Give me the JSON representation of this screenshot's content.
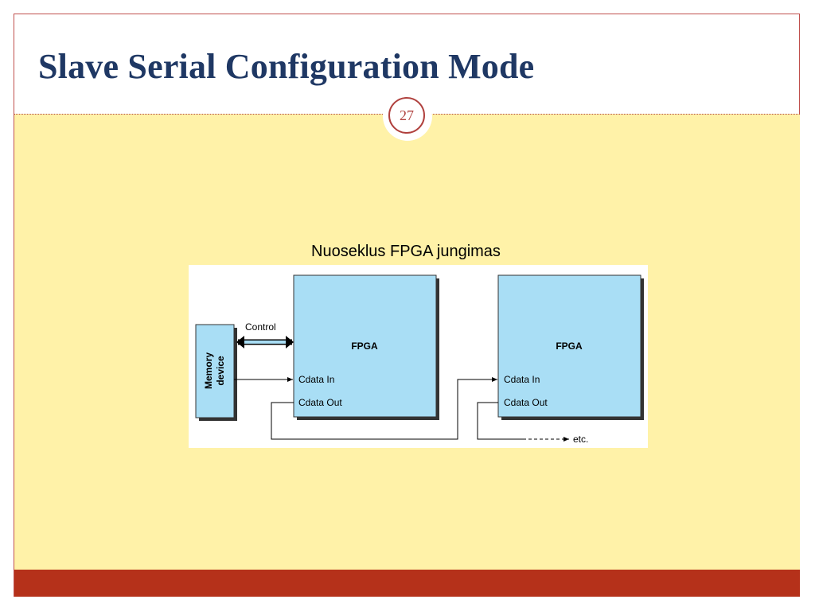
{
  "slide": {
    "title": "Slave Serial Configuration Mode",
    "page_number": "27"
  },
  "diagram": {
    "caption": "Nuoseklus FPGA jungimas",
    "memory_device": {
      "line1": "Memory",
      "line2": "device"
    },
    "control_label": "Control",
    "fpga1": {
      "title": "FPGA",
      "data_in": "Cdata In",
      "data_out": "Cdata Out"
    },
    "fpga2": {
      "title": "FPGA",
      "data_in": "Cdata In",
      "data_out": "Cdata Out"
    },
    "continuation_label": "etc."
  },
  "colors": {
    "title": "#1f3864",
    "content_background": "#fff2a8",
    "accent_red": "#b5311a",
    "block_fill": "#a9def5"
  }
}
